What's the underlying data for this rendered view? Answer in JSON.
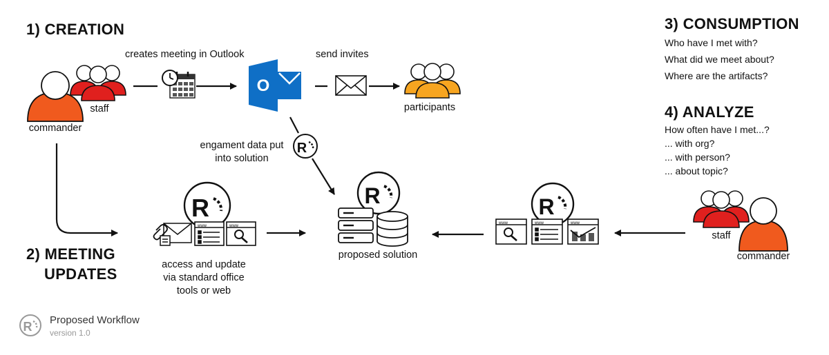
{
  "sections": {
    "creation": "1) CREATION",
    "meeting_updates_line1": "2) MEETING",
    "meeting_updates_line2": "UPDATES",
    "consumption": "3) CONSUMPTION",
    "analyze": "4) ANALYZE"
  },
  "labels": {
    "creates_meeting": "creates meeting in Outlook",
    "send_invites": "send invites",
    "staff_left": "staff",
    "commander_left": "commander",
    "participants": "participants",
    "engagement_line1": "engament data put",
    "engagement_line2": "into solution",
    "access_line1": "access and update",
    "access_line2": "via standard office",
    "access_line3": "tools or web",
    "proposed_solution": "proposed solution",
    "staff_right": "staff",
    "commander_right": "commander"
  },
  "consumption_questions": [
    "Who have I met with?",
    "What did we meet about?",
    "Where are the artifacts?"
  ],
  "analyze_questions": [
    "How often have I met...?",
    "... with org?",
    "... with person?",
    "... about topic?"
  ],
  "icon_text": {
    "logo_letter": "R",
    "outlook_letter": "O",
    "browser_label": "www"
  },
  "footer": {
    "title": "Proposed Workflow",
    "version": "version 1.0"
  },
  "colors": {
    "commander": "#f05a1e",
    "staff": "#e0201e",
    "participants": "#f7a520",
    "outlook": "#0f6fc6",
    "ink": "#111111"
  }
}
